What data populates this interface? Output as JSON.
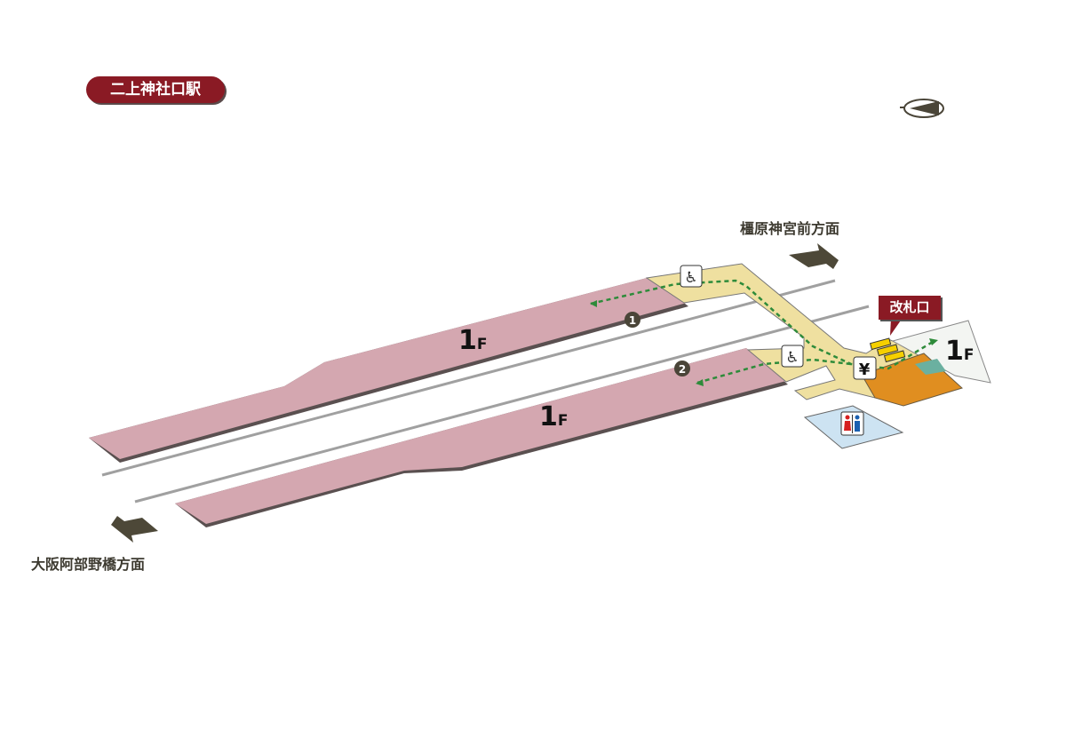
{
  "station_name": "二上神社口駅",
  "directions": {
    "north": "橿原神宮前方面",
    "south": "大阪阿部野橋方面"
  },
  "gate_label": "改札口",
  "platforms": [
    {
      "number": "1",
      "floor_number": "1",
      "floor_suffix": "F"
    },
    {
      "number": "2",
      "floor_number": "1",
      "floor_suffix": "F"
    }
  ],
  "concourse_floor": {
    "floor_number": "1",
    "floor_suffix": "F"
  },
  "icons": [
    "wheelchair-ramp-icon",
    "ticket-machine-yen-icon",
    "restroom-icon",
    "ticket-gate-icon",
    "compass-icon",
    "direction-arrow-icon"
  ],
  "colors": {
    "platform": "#d4a7b0",
    "concourse": "#efe0a0",
    "gate_area": "#e08e20",
    "restroom": "#cde3f2",
    "brand": "#8a1a24",
    "route": "#2e8b3a"
  }
}
